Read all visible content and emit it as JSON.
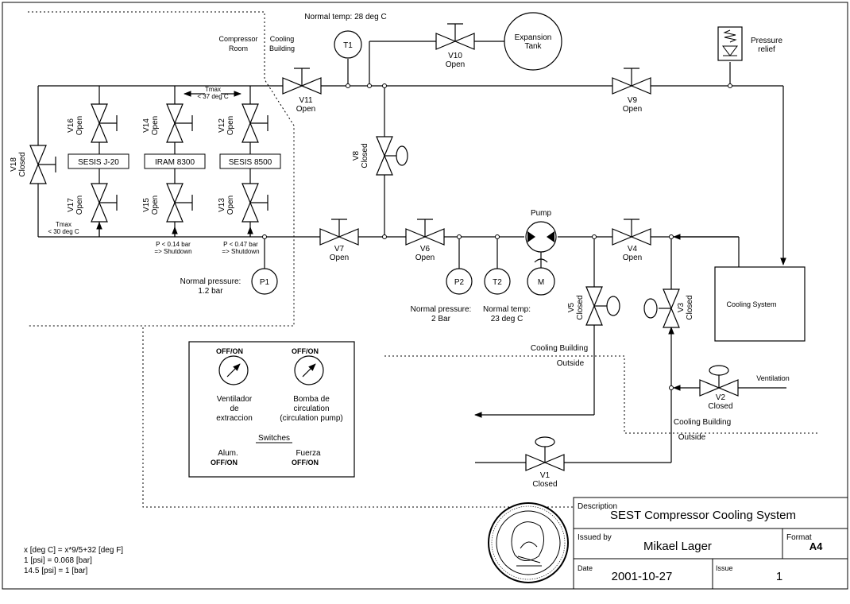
{
  "labels": {
    "compressor_room": "Compressor\nRoom",
    "cooling_building_top": "Cooling\nBuilding",
    "normal_temp_t1": "Normal temp: 28 deg C",
    "tmax_37": "Tmax\n< 37 deg C",
    "tmax_30": "Tmax\n< 30 deg C",
    "p014": "P < 0.14 bar\n=> Shutdown",
    "p047": "P < 0.47 bar\n=> Shutdown",
    "normal_pressure_p1": "Normal pressure:\n1.2 bar",
    "normal_pressure_p2": "Normal pressure:\n2 Bar",
    "normal_temp_t2": "Normal temp:\n23 deg C",
    "pump": "Pump",
    "expansion_tank": "Expansion\nTank",
    "pressure_relief": "Pressure\nrelief",
    "cooling_system": "Cooling System",
    "cooling_building_a": "Cooling Building",
    "outside_a": "Outside",
    "cooling_building_b": "Cooling Building",
    "outside_b": "Outside",
    "ventilation": "Ventilation",
    "formulas": [
      "x [deg C] = x*9/5+32 [deg F]",
      "1 [psi] = 0.068 [bar]",
      "14.5 [psi] = 1 [bar]"
    ]
  },
  "valves": {
    "v1": {
      "name": "V1",
      "state": "Closed"
    },
    "v2": {
      "name": "V2",
      "state": "Closed"
    },
    "v3": {
      "name": "V3",
      "state": "Closed"
    },
    "v4": {
      "name": "V4",
      "state": "Open"
    },
    "v5": {
      "name": "V5",
      "state": "Closed"
    },
    "v6": {
      "name": "V6",
      "state": "Open"
    },
    "v7": {
      "name": "V7",
      "state": "Open"
    },
    "v8": {
      "name": "V8",
      "state": "Closed"
    },
    "v9": {
      "name": "V9",
      "state": "Open"
    },
    "v10": {
      "name": "V10",
      "state": "Open"
    },
    "v11": {
      "name": "V11",
      "state": "Open"
    },
    "v12": {
      "name": "V12",
      "state": "Open"
    },
    "v13": {
      "name": "V13",
      "state": "Open"
    },
    "v14": {
      "name": "V14",
      "state": "Open"
    },
    "v15": {
      "name": "V15",
      "state": "Open"
    },
    "v16": {
      "name": "V16",
      "state": "Open"
    },
    "v17": {
      "name": "V17",
      "state": "Open"
    },
    "v18": {
      "name": "V18",
      "state": "Closed"
    }
  },
  "instruments": {
    "t1": "T1",
    "t2": "T2",
    "p1": "P1",
    "p2": "P2",
    "m": "M"
  },
  "compressors": [
    "SESIS J-20",
    "IRAM 8300",
    "SESIS 8500"
  ],
  "panel": {
    "off_on": "OFF/ON",
    "ventilador": "Ventilador\nde\nextraccion",
    "bomba": "Bomba de\ncirculation\n(circulation pump)",
    "switches": "Switches",
    "alum": "Alum.",
    "fuerza": "Fuerza"
  },
  "title_block": {
    "description_label": "Description",
    "description": "SEST Compressor Cooling System",
    "issued_by_label": "Issued by",
    "issued_by": "Mikael Lager",
    "format_label": "Format",
    "format": "A4",
    "date_label": "Date",
    "date": "2001-10-27",
    "issue_label": "Issue",
    "issue": "1"
  }
}
